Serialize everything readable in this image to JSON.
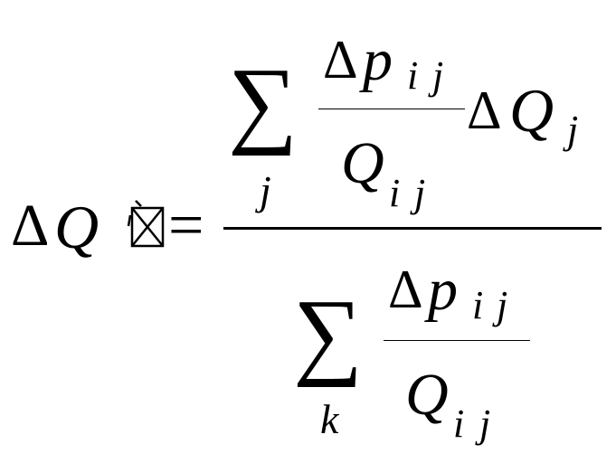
{
  "formula": {
    "lhs": {
      "delta": "Δ",
      "variable": "Q",
      "equals": "="
    },
    "numerator": {
      "sum_symbol": "∑",
      "sum_index": "j",
      "fraction": {
        "top_delta": "Δ",
        "top_variable": "p",
        "top_subscript_i": "i",
        "top_subscript_j": "j",
        "bottom_variable": "Q",
        "bottom_subscript_i": "i",
        "bottom_subscript_j": "j"
      },
      "trailing_delta": "Δ",
      "trailing_variable": "Q",
      "trailing_subscript": "j"
    },
    "denominator": {
      "sum_symbol": "∑",
      "sum_index": "k",
      "fraction": {
        "top_delta": "Δ",
        "top_variable": "p",
        "top_subscript_i": "i",
        "top_subscript_j": "j",
        "bottom_variable": "Q",
        "bottom_subscript_i": "i",
        "bottom_subscript_j": "j"
      }
    }
  },
  "icons": {
    "missing_glyph": "missing-glyph-icon"
  },
  "colors": {
    "ink": "#000000",
    "background": "#ffffff"
  }
}
